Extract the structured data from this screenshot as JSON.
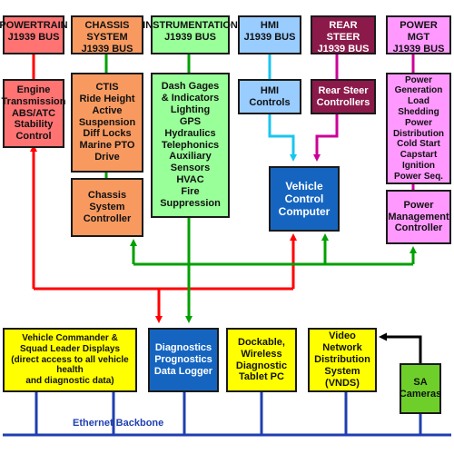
{
  "colors": {
    "red_bus": "#ff0000",
    "green_bus": "#00a000",
    "ethernet": "#1f3fb0",
    "cyan_link": "#19c6ee",
    "magenta_link": "#cc0099",
    "black_link": "#000000"
  },
  "headers": {
    "powertrain": [
      "POWERTRAIN",
      "J1939 BUS"
    ],
    "chassis": [
      "CHASSIS SYSTEM",
      "J1939 BUS"
    ],
    "instrumentation": [
      "INSTRUMENTATION",
      "J1939 BUS"
    ],
    "hmi": [
      "HMI",
      "J1939 BUS"
    ],
    "rear_steer": [
      "REAR STEER",
      "J1939 BUS"
    ],
    "power_mgt": [
      "POWER MGT",
      "J1939 BUS"
    ]
  },
  "lists": {
    "powertrain": [
      "Engine",
      "Transmission",
      "ABS/ATC",
      "Stability Control"
    ],
    "chassis": [
      "CTIS",
      "Ride Height",
      "Active Suspension",
      "Diff Locks",
      "Marine PTO Drive"
    ],
    "instrumentation": [
      "Dash Gages",
      "& Indicators",
      "Lighting",
      "GPS",
      "Hydraulics",
      "Telephonics",
      "Auxiliary Sensors",
      "HVAC",
      "Fire Suppression"
    ],
    "hmi": [
      "HMI Controls"
    ],
    "rear_steer": [
      "Rear Steer",
      "Controllers"
    ],
    "power_mgt": [
      "Power Generation",
      "Load Shedding",
      "Power Distribution",
      "Cold Start",
      "Capstart",
      "Ignition Power Seq."
    ]
  },
  "controllers": {
    "chassis": [
      "Chassis",
      "System",
      "Controller"
    ],
    "vcc": [
      "Vehicle Control",
      "Computer"
    ],
    "power_mgmt": [
      "Power",
      "Management",
      "Controller"
    ]
  },
  "bottom": {
    "commander": [
      "Vehicle Commander &",
      "Squad Leader Displays",
      "(direct access to all vehicle health",
      "and diagnostic data)"
    ],
    "diagnostics": [
      "Diagnostics",
      "Prognostics",
      "Data Logger"
    ],
    "tablet": [
      "Dockable,",
      "Wireless",
      "Diagnostic",
      "Tablet PC"
    ],
    "video": [
      "Video Network",
      "Distribution",
      "System (VNDS)"
    ],
    "cameras": [
      "SA",
      "Cameras"
    ]
  },
  "ethernet_label": "Ethernet Backbone"
}
